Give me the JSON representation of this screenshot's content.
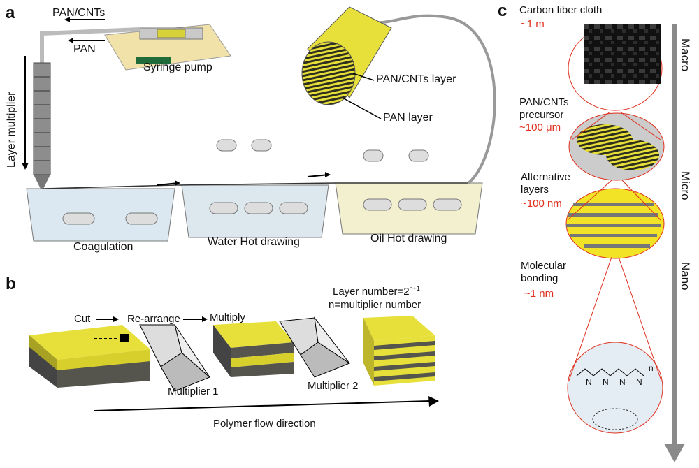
{
  "panel_a": {
    "label": "a",
    "pan_cnts": "PAN/CNTs",
    "pan": "PAN",
    "syringe_pump": "Syringe pump",
    "layer_multiplier": "Layer multiplier",
    "pan_cnts_layer": "PAN/CNTs layer",
    "pan_layer": "PAN layer",
    "baths": [
      "Coagulation",
      "Water Hot drawing",
      "Oil Hot drawing"
    ]
  },
  "panel_b": {
    "label": "b",
    "layer_number": "Layer number=2",
    "layer_number_exp": "n+1",
    "n_def": "n=multiplier number",
    "steps": [
      "Cut",
      "Re-arrange",
      "Multiply"
    ],
    "multiplier_1": "Multiplier 1",
    "multiplier_2": "Multiplier 2",
    "flow": "Polymer flow direction"
  },
  "panel_c": {
    "label": "c",
    "levels": [
      {
        "name": "Carbon fiber cloth",
        "scale": "~1 m"
      },
      {
        "name": "PAN/CNTs precursor",
        "scale": "~100 μm"
      },
      {
        "name": "Alternative layers",
        "scale": "~100 nm"
      },
      {
        "name": "Molecular bonding",
        "scale": "~1 nm"
      }
    ],
    "scale_regions": [
      "Macro",
      "Micro",
      "Nano"
    ],
    "molecule_labels": [
      "N",
      "N",
      "N",
      "N",
      "n"
    ]
  },
  "colors": {
    "yellow": "#e8e03a",
    "dark_gray": "#55554d",
    "red": "#e0301e",
    "arrow_gray": "#8a8a8a"
  }
}
